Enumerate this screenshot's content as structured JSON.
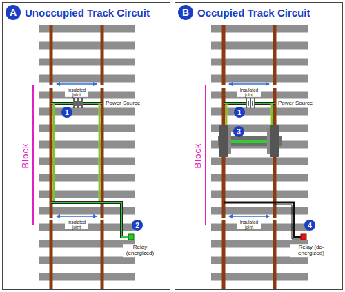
{
  "diagram": {
    "nodes": [
      {
        "text": [
          "Unoccupied Track Circuit"
        ]
      },
      {
        "text": [
          "A"
        ],
        "in": 0
      },
      {
        "text": [
          "1"
        ],
        "in": 0
      },
      {
        "text": [
          "2"
        ],
        "in": 0
      },
      {
        "text": [
          "Occupied Track Circuit"
        ]
      },
      {
        "text": [
          "B"
        ],
        "in": 4
      },
      {
        "text": [
          "1"
        ],
        "in": 4
      },
      {
        "text": [
          "3"
        ],
        "in": 4
      },
      {
        "text": [
          "4"
        ],
        "in": 4
      }
    ],
    "labels": [
      "Insulated joint",
      "Power Source",
      "Block",
      "Insulated joint",
      "Relay (energized)",
      "Insulated joint",
      "Power Source",
      "Block",
      "Insulated joint",
      "Relay (de-energized)"
    ]
  }
}
